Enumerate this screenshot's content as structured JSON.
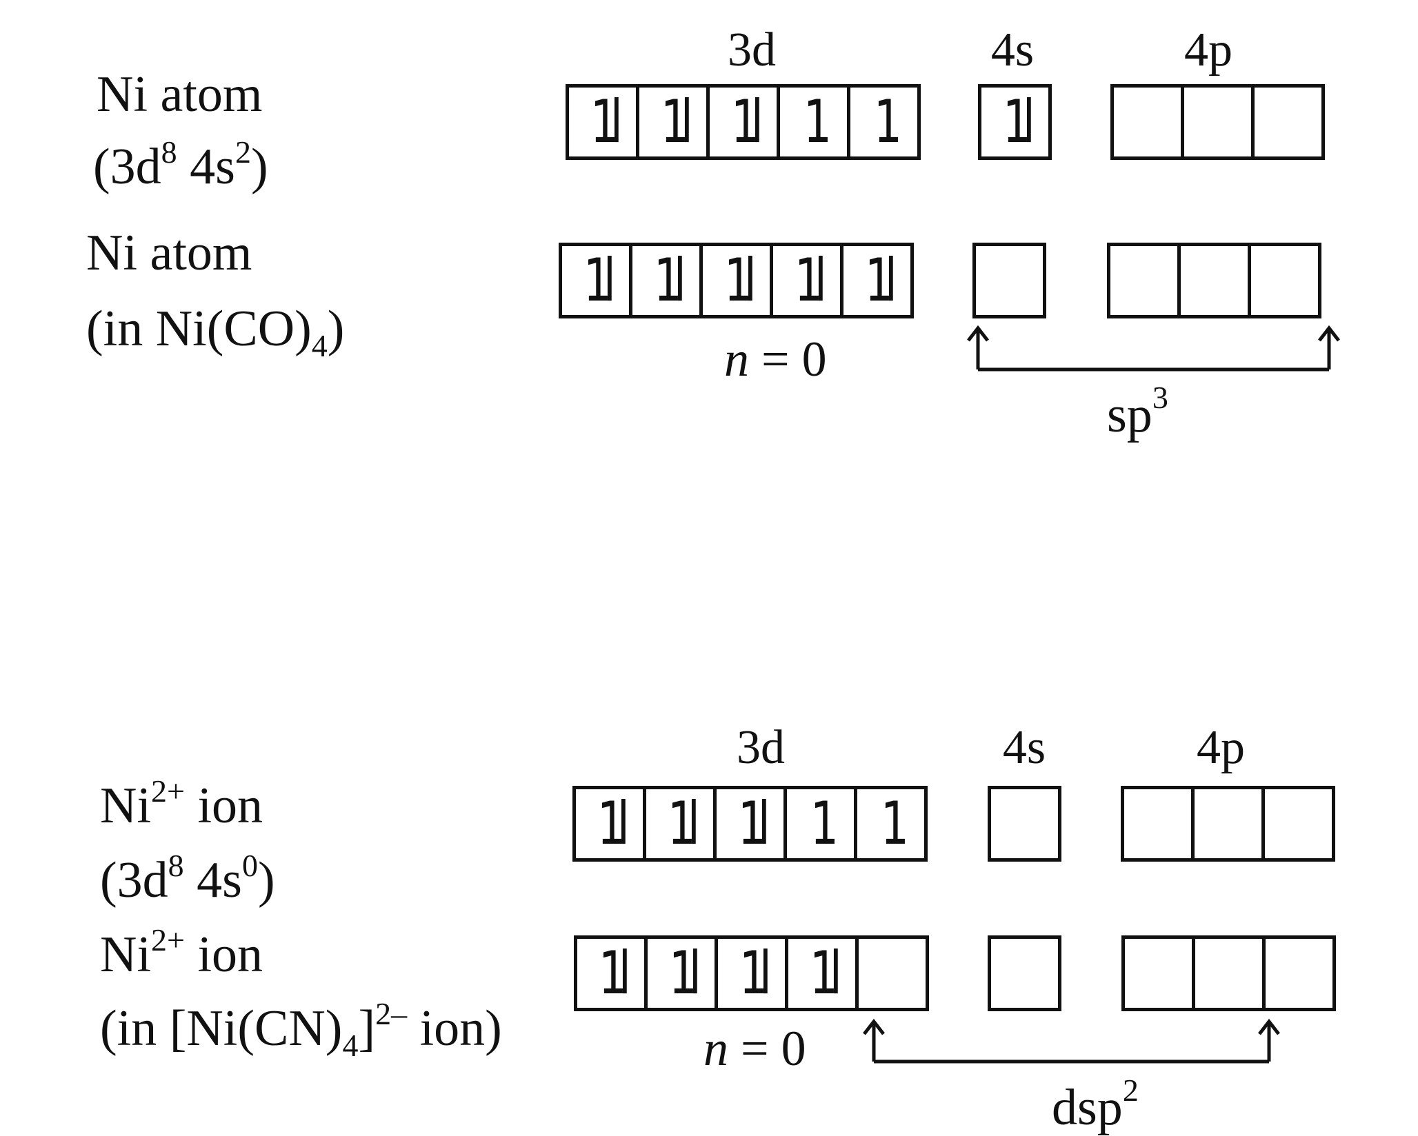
{
  "orbital_headers": [
    "3d",
    "4s",
    "4p"
  ],
  "electron_glyphs": {
    "pair": "1l",
    "single": "1"
  },
  "arrow_glyph": "↑",
  "diagrams": [
    {
      "label_line1": {
        "base": "Ni atom"
      },
      "label_line2": {
        "pre": "(3d",
        "sup1": "8",
        "mid": " 4s",
        "sup2": "2",
        "post": ")"
      },
      "3d": [
        "pair",
        "pair",
        "pair",
        "single",
        "single"
      ],
      "4s": [
        "pair"
      ],
      "4p": [
        "",
        "",
        ""
      ]
    },
    {
      "label_line1": {
        "base": "Ni atom"
      },
      "label_line2": {
        "pre": "(in Ni(CO)",
        "sub": "4",
        "post": ")"
      },
      "3d": [
        "pair",
        "pair",
        "pair",
        "pair",
        "pair"
      ],
      "4s": [
        ""
      ],
      "4p": [
        "",
        "",
        ""
      ],
      "n_label": {
        "var": "n",
        "rest": " = 0"
      },
      "hybridization": {
        "base": "sp",
        "sup": "3"
      }
    },
    {
      "label_line1": {
        "base": "Ni",
        "sup": "2+",
        "post": " ion"
      },
      "label_line2": {
        "pre": "(3d",
        "sup1": "8",
        "mid": " 4s",
        "sup2": "0",
        "post": ")"
      },
      "3d": [
        "pair",
        "pair",
        "pair",
        "single",
        "single"
      ],
      "4s": [
        ""
      ],
      "4p": [
        "",
        "",
        ""
      ]
    },
    {
      "label_line1": {
        "base": "Ni",
        "sup": "2+",
        "post": " ion"
      },
      "label_line2": {
        "pre": "(in [Ni(CN)",
        "sub": "4",
        "mid": "]",
        "sup": "2–",
        "post": " ion)"
      },
      "3d": [
        "pair",
        "pair",
        "pair",
        "pair",
        ""
      ],
      "4s": [
        ""
      ],
      "4p": [
        "",
        "",
        ""
      ],
      "n_label": {
        "var": "n",
        "rest": " = 0"
      },
      "hybridization": {
        "base": "dsp",
        "sup": "2"
      }
    }
  ]
}
